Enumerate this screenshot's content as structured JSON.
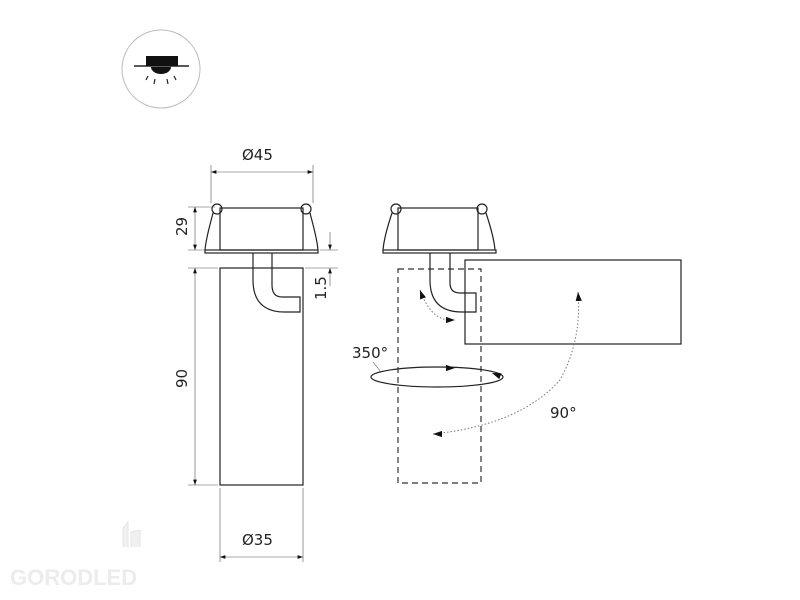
{
  "icon": {
    "name": "recessed-ceiling-mount-icon"
  },
  "dimensions": {
    "top_diameter": "Ø45",
    "housing_height": "29",
    "gap": "1.5",
    "body_length": "90",
    "body_diameter": "Ø35"
  },
  "rotation": {
    "horizontal": "350°",
    "tilt": "90°"
  },
  "logo": {
    "text": "GORODLED"
  }
}
